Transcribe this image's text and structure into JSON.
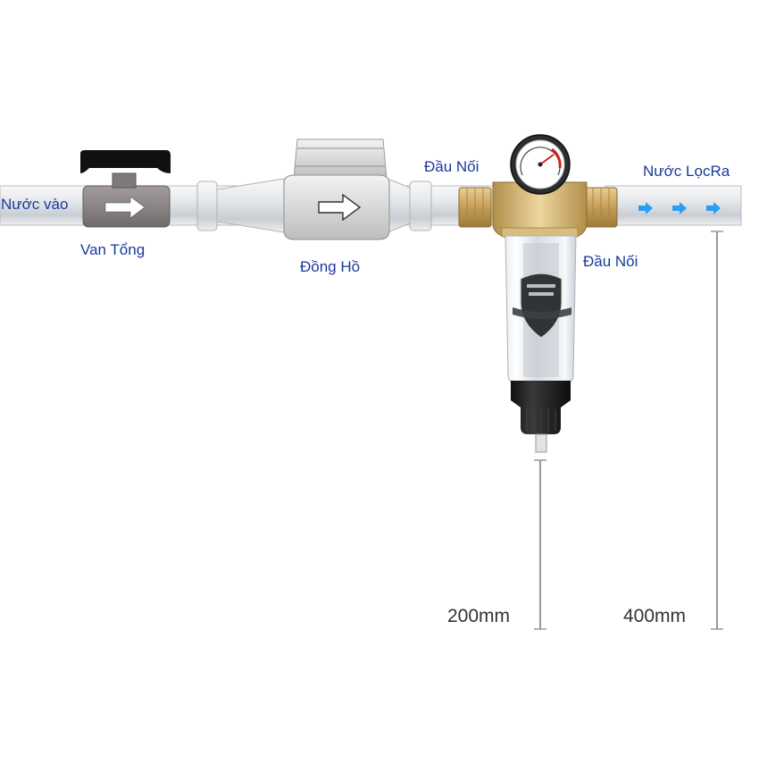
{
  "labels": {
    "inlet": "Nước vào",
    "main_valve": "Van Tổng",
    "meter": "Đồng Hồ",
    "connector_left": "Đầu Nối",
    "connector_right": "Đầu Nối",
    "outlet": "Nước LọcRa"
  },
  "dimensions": {
    "short": "200mm",
    "long": "400mm"
  },
  "colors": {
    "label_text": "#1a3a9c",
    "dimension_text": "#333333",
    "flow_arrows": "#2a9df4",
    "brass": "#c9a25a",
    "pipe": "#e2e6ea",
    "valve_handle": "#111111",
    "filter_bottom": "#1b1b1b"
  },
  "icons": [
    "flow-arrow-icon",
    "pressure-gauge-icon",
    "shield-badge-icon"
  ]
}
